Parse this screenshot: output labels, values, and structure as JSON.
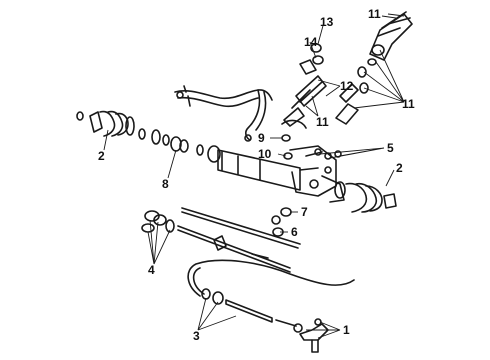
{
  "callouts": {
    "c1": "1",
    "c2a": "2",
    "c2b": "2",
    "c3": "3",
    "c4": "4",
    "c5": "5",
    "c6": "6",
    "c7": "7",
    "c8": "8",
    "c9": "9",
    "c10": "10",
    "c11a": "11",
    "c11b": "11",
    "c11c": "11",
    "c12": "12",
    "c13": "13",
    "c14": "14"
  }
}
